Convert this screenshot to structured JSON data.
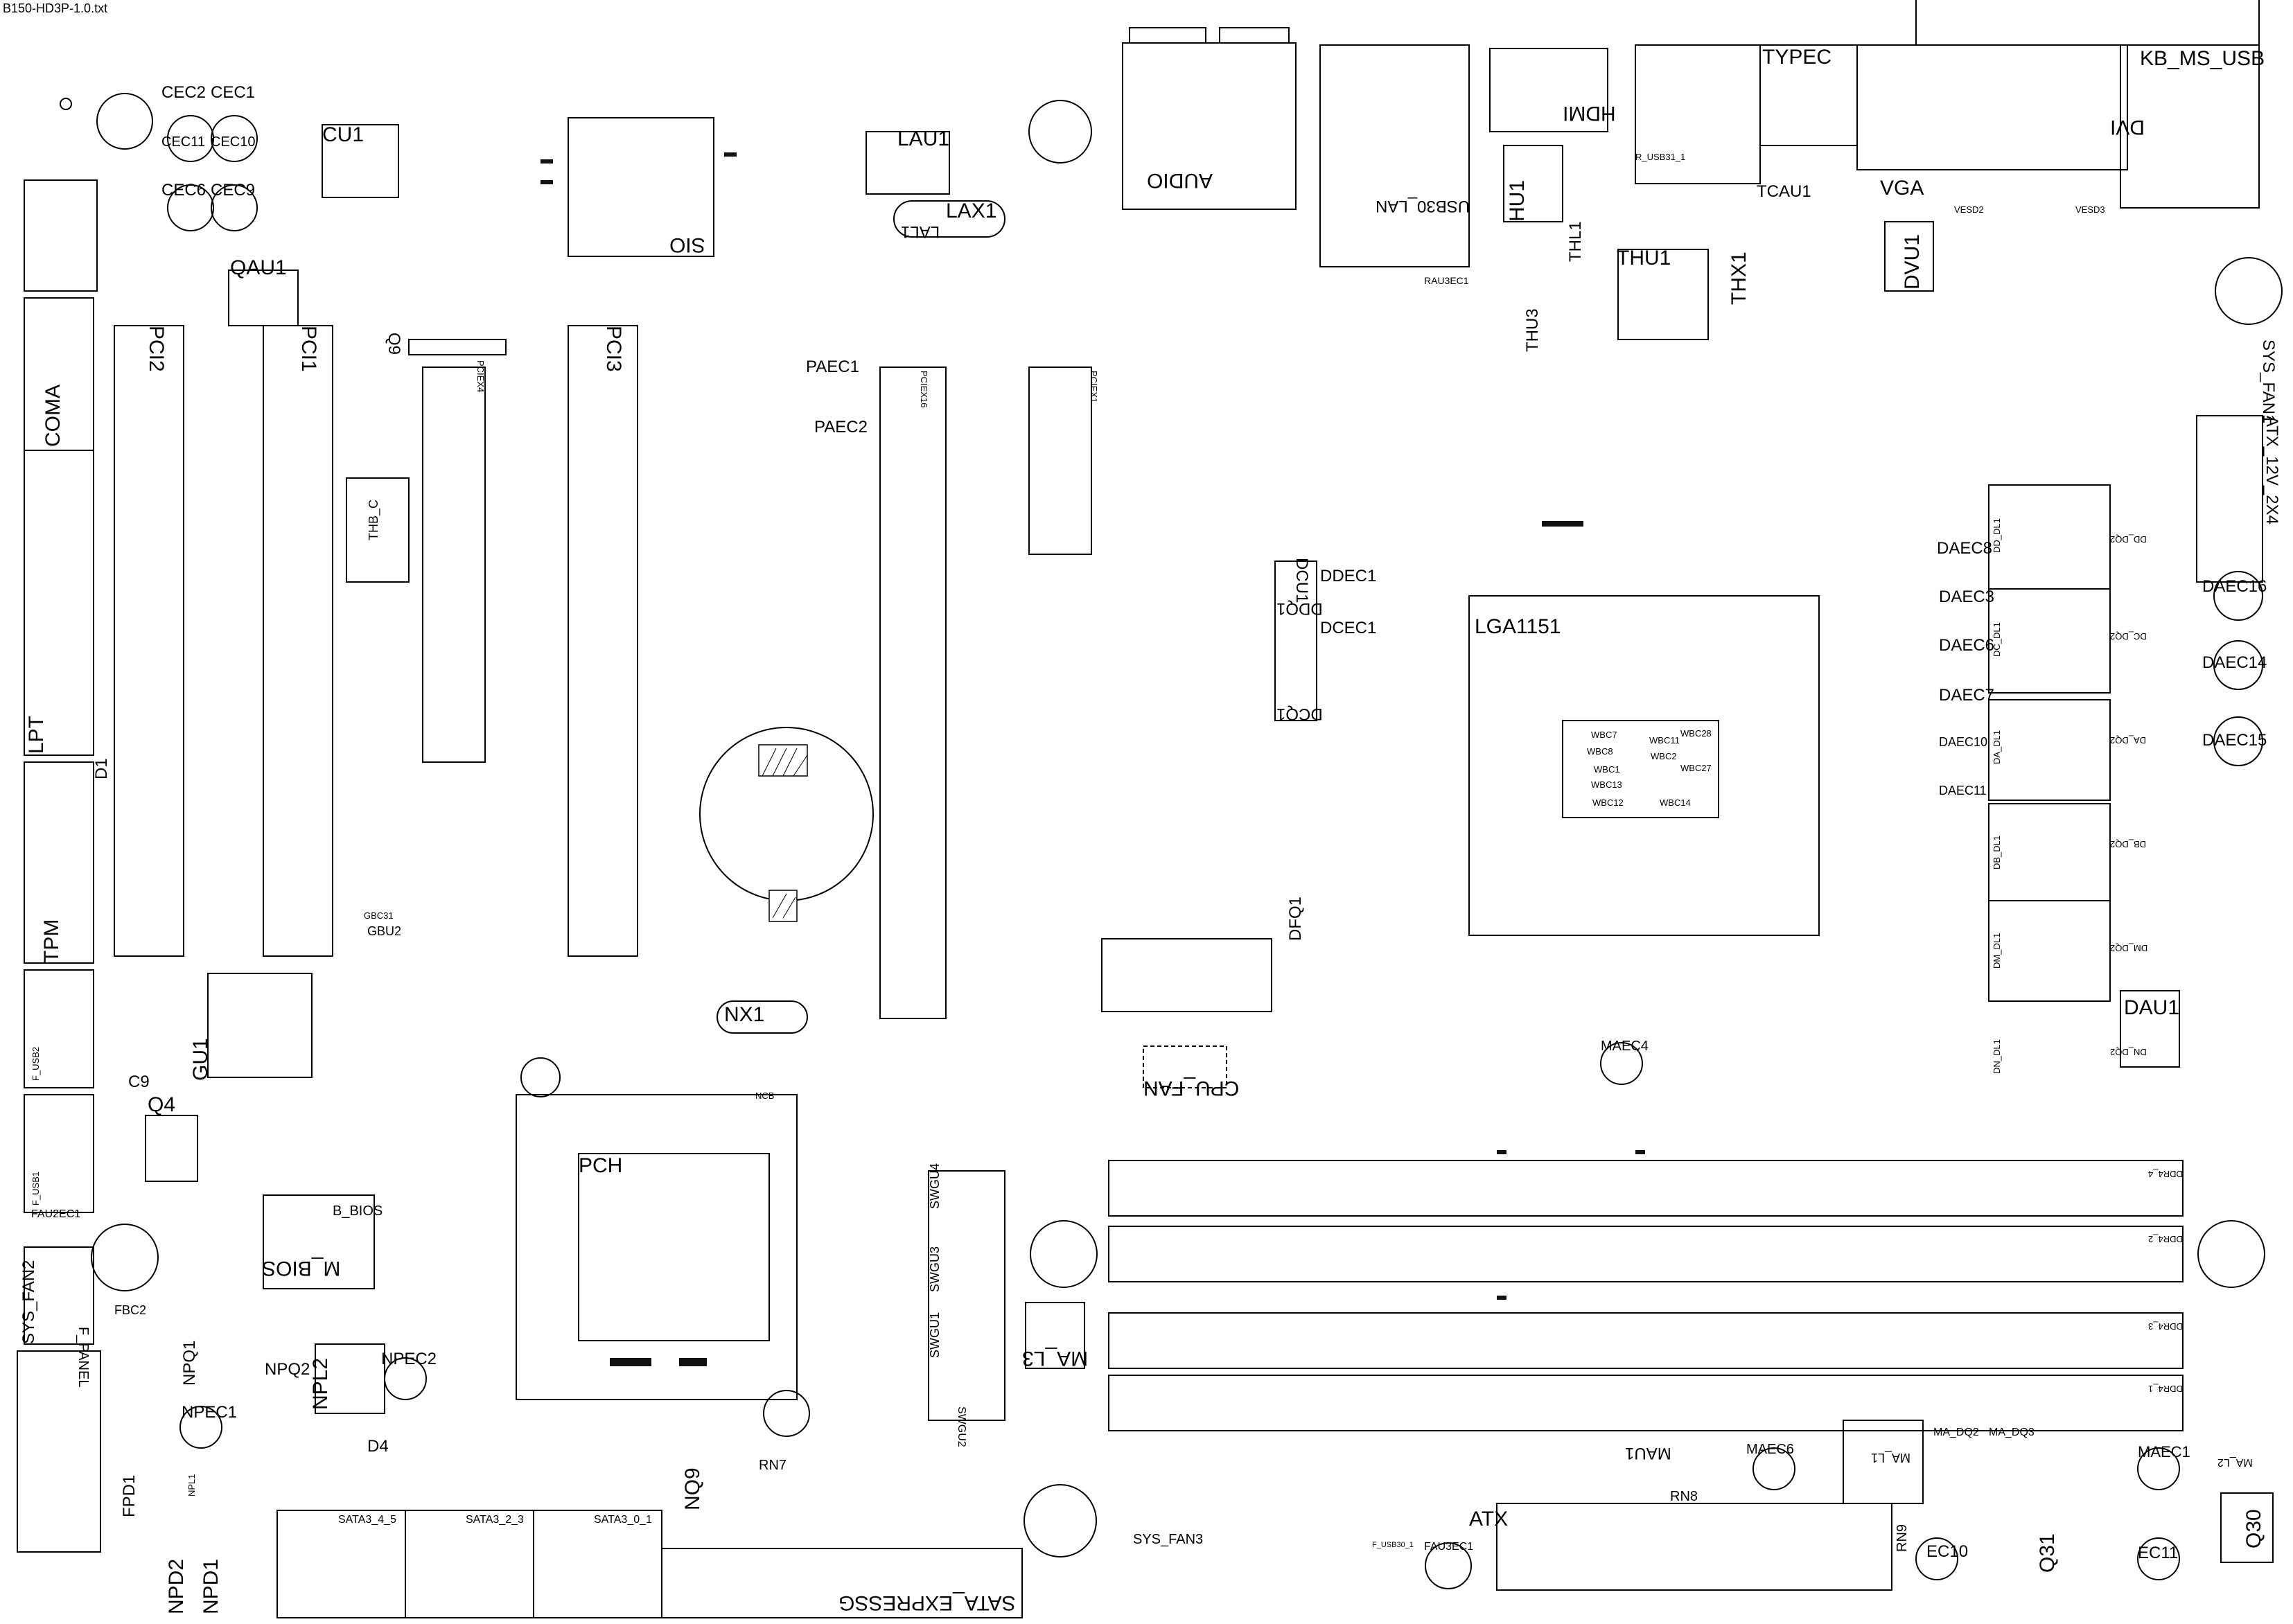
{
  "file_title": "B150-HD3P-1.0.txt",
  "labels": {
    "cec2": "CEC2",
    "cec1": "CEC1",
    "cec11": "CEC11",
    "cec10": "CEC10",
    "cec6": "CEC6",
    "cec9": "CEC9",
    "cu1": "CU1",
    "qau1": "QAU1",
    "coma": "COMA",
    "pci2": "PCI2",
    "pci1": "PCI1",
    "pci3": "PCI3",
    "lpt": "LPT",
    "tpm": "TPM",
    "d1": "D1",
    "q9": "Q9",
    "thb_c": "THB_C",
    "sio": "SIO",
    "lau1": "LAU1",
    "lax1": "LAX1",
    "lal1": "LAL1",
    "paec1": "PAEC1",
    "paec2": "PAEC2",
    "audio": "AUDIO",
    "usb30_lan": "USB30_LAN",
    "hdmi": "HDMI",
    "typec": "TYPEC",
    "kb_ms_usb": "KB_MS_USB",
    "dvi": "DVI",
    "vga": "VGA",
    "hu1": "HU1",
    "thl1": "THL1",
    "thu1": "THU1",
    "thx1": "THX1",
    "thu3": "THU3",
    "tcau1": "TCAU1",
    "dvu1": "DVU1",
    "sys_fan1": "SYS_FAN1",
    "atx_12v_2x4": "ATX_12V_2X4",
    "daec8": "DAEC8",
    "daec3": "DAEC3",
    "daec6": "DAEC6",
    "daec7": "DAEC7",
    "daec10": "DAEC10",
    "daec11": "DAEC11",
    "daec16": "DAEC16",
    "daec14": "DAEC14",
    "daec15": "DAEC15",
    "lga1151": "LGA1151",
    "dcu1": "DCU1",
    "ddq1": "DDQ1",
    "ddec1": "DDEC1",
    "dcec1": "DCEC1",
    "dcq1": "DCQ1",
    "dfq1": "DFQ1",
    "dau1": "DAU1",
    "maec4": "MAEC4",
    "cpu_fan": "CPU_FAN",
    "nx1": "NX1",
    "pch": "PCH",
    "gu1": "GU1",
    "q4": "Q4",
    "c9": "C9",
    "f_usb2": "F_USB2",
    "f_usb1": "F_USB1",
    "fau2ec1": "FAU2EC1",
    "sys_fan2": "SYS_FAN2",
    "fbc2": "FBC2",
    "f_panel": "F_PANEL",
    "b_bios": "B_BIOS",
    "m_bios": "M_BIOS",
    "npq1": "NPQ1",
    "npq2": "NPQ2",
    "npl2": "NPL2",
    "npec2": "NPEC2",
    "npec1": "NPEC1",
    "d4": "D4",
    "fpd1": "FPD1",
    "npd2": "NPD2",
    "npd1": "NPD1",
    "npl1": "NPL1",
    "nq9": "NQ9",
    "rn7": "RN7",
    "sata3_4_5": "SATA3_4_5",
    "sata3_2_3": "SATA3_2_3",
    "sata3_0_1": "SATA3_0_1",
    "sata_express": "SATA_EXPRESSG",
    "ma_l3": "MA_L3",
    "swgu4": "SWGU4",
    "swgu3": "SWGU3",
    "swgu1": "SWGU1",
    "swgu2": "SWGU2",
    "sys_fan3": "SYS_FAN3",
    "atx": "ATX",
    "mau1": "MAU1",
    "maec6": "MAEC6",
    "rn8": "RN8",
    "rn9": "RN9",
    "ec10": "EC10",
    "q31": "Q31",
    "maec1": "MAEC1",
    "ec11": "EC11",
    "q30": "Q30",
    "ma_l1": "MA_L1",
    "ma_dq2": "MA_DQ2",
    "ma_dq3": "MA_DQ3",
    "ma_l2": "MA_L2",
    "ddr4_4": "DDR4_4",
    "ddr4_2": "DDR4_2",
    "ddr4_3": "DDR4_3",
    "ddr4_1": "DDR4_1",
    "fau3ec1": "FAU3EC1",
    "rau3ec1": "RAU3EC1",
    "pciex4": "PCIEX4",
    "pciex16": "PCIEX16",
    "pciex1": "PCIEX1",
    "f_usb30_1": "F_USB30_1",
    "gbc31": "GBC31",
    "gbu2": "GBU2",
    "ncb": "NCB",
    "dd_dl1": "DD_DL1",
    "dc_dl1": "DC_DL1",
    "da_dl1": "DA_DL1",
    "db_dl1": "DB_DL1",
    "dm_dl1": "DM_DL1",
    "dn_dl1": "DN_DL1",
    "dd_dq2": "DD_DQ2",
    "dc_dq2": "DC_DQ2",
    "da_dq2": "DA_DQ2",
    "db_dq2": "DB_DQ2",
    "dm_dq2": "DM_DQ2",
    "dn_dq2": "DN_DQ2",
    "vesd2": "VESD2",
    "vesd3": "VESD3",
    "r_usb31_1": "R_USB31_1",
    "wbc7": "WBC7",
    "wbc8": "WBC8",
    "wbc1": "WBC1",
    "wbc13": "WBC13",
    "wbc12": "WBC12",
    "wbc11": "WBC11",
    "wbc2": "WBC2",
    "wbc28": "WBC28",
    "wbc27": "WBC27",
    "wbc14": "WBC14"
  }
}
